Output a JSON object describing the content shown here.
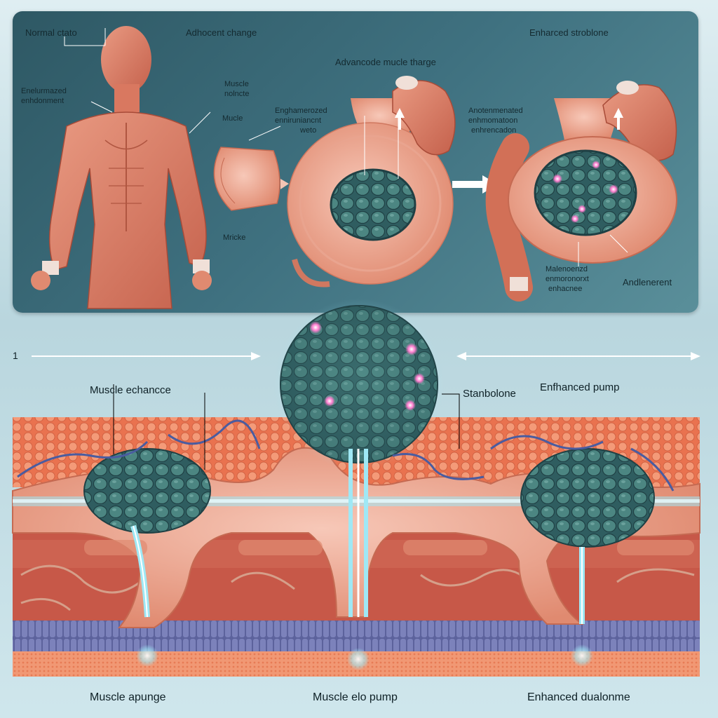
{
  "top": {
    "normal_state": "Normal ctato",
    "advent_change": "Adhocent change",
    "enhanced_top": "Enharced stroblone",
    "advanced_charge": "Advancode mucle tharge",
    "env_left_1": "Enelurmazed",
    "env_left_2": "enhdonment",
    "muscle_pair_1": "Muscle",
    "muscle_pair_2": "nolncte",
    "muscle_single": "Mucle",
    "engineered_1": "Enghamerozed",
    "engineered_2": "enniruniancnt",
    "engineered_3": "weto",
    "right_note_1": "Anotenmenated",
    "right_note_2": "enhmomatoon",
    "right_note_3": "enhrencadon",
    "muscle_bottom": "Mricke",
    "bottom_right_1": "Malenoenzd",
    "bottom_right_2": "enmoronorxt",
    "bottom_right_3": "enhacnee",
    "advancement": "Andlenerent"
  },
  "middle": {
    "marker": "1",
    "muscle_enhance": "Muscle echancce",
    "stanbolone": "Stanbolone",
    "enhanced_pump": "Enfhanced pump"
  },
  "bottom": {
    "muscle_sponge": "Muscle apunge",
    "muscle_pump": "Muscle elo pump",
    "enhanced_dualone": "Enhanced dualonme"
  },
  "colors": {
    "panel": "#3f7180",
    "muscle": "#e0836a",
    "sheath": "#f2b3a0",
    "cells": "#3b6f72",
    "glow": "#9fe8f5",
    "fat": "#f08a66",
    "tissue_red": "#c8584c",
    "fiber_blue": "#6a6fa8"
  }
}
